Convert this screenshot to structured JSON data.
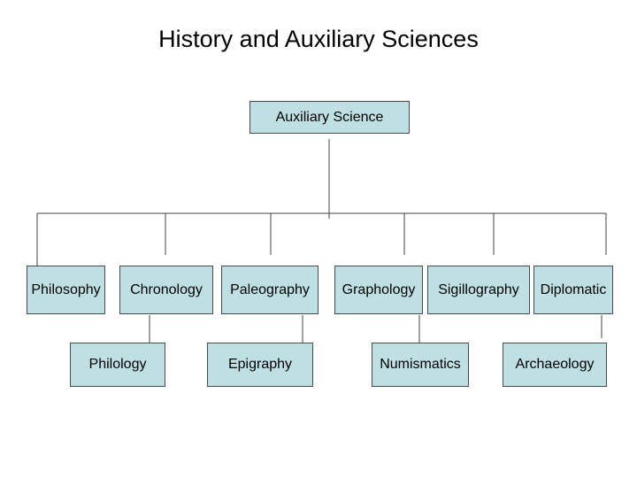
{
  "title": "History and Auxiliary Sciences",
  "root": {
    "label": "Auxiliary Science"
  },
  "level1": [
    {
      "label": "Philosophy"
    },
    {
      "label": "Chronology"
    },
    {
      "label": "Paleography"
    },
    {
      "label": "Graphology"
    },
    {
      "label": "Sigillography"
    },
    {
      "label": "Diplomatic"
    }
  ],
  "level2": [
    {
      "label": "Philology"
    },
    {
      "label": "Epigraphy"
    },
    {
      "label": "Numismatics"
    },
    {
      "label": "Archaeology"
    }
  ],
  "colors": {
    "box_fill": "#bfe0e3",
    "box_border": "#4a4a4a",
    "line": "#404040"
  }
}
